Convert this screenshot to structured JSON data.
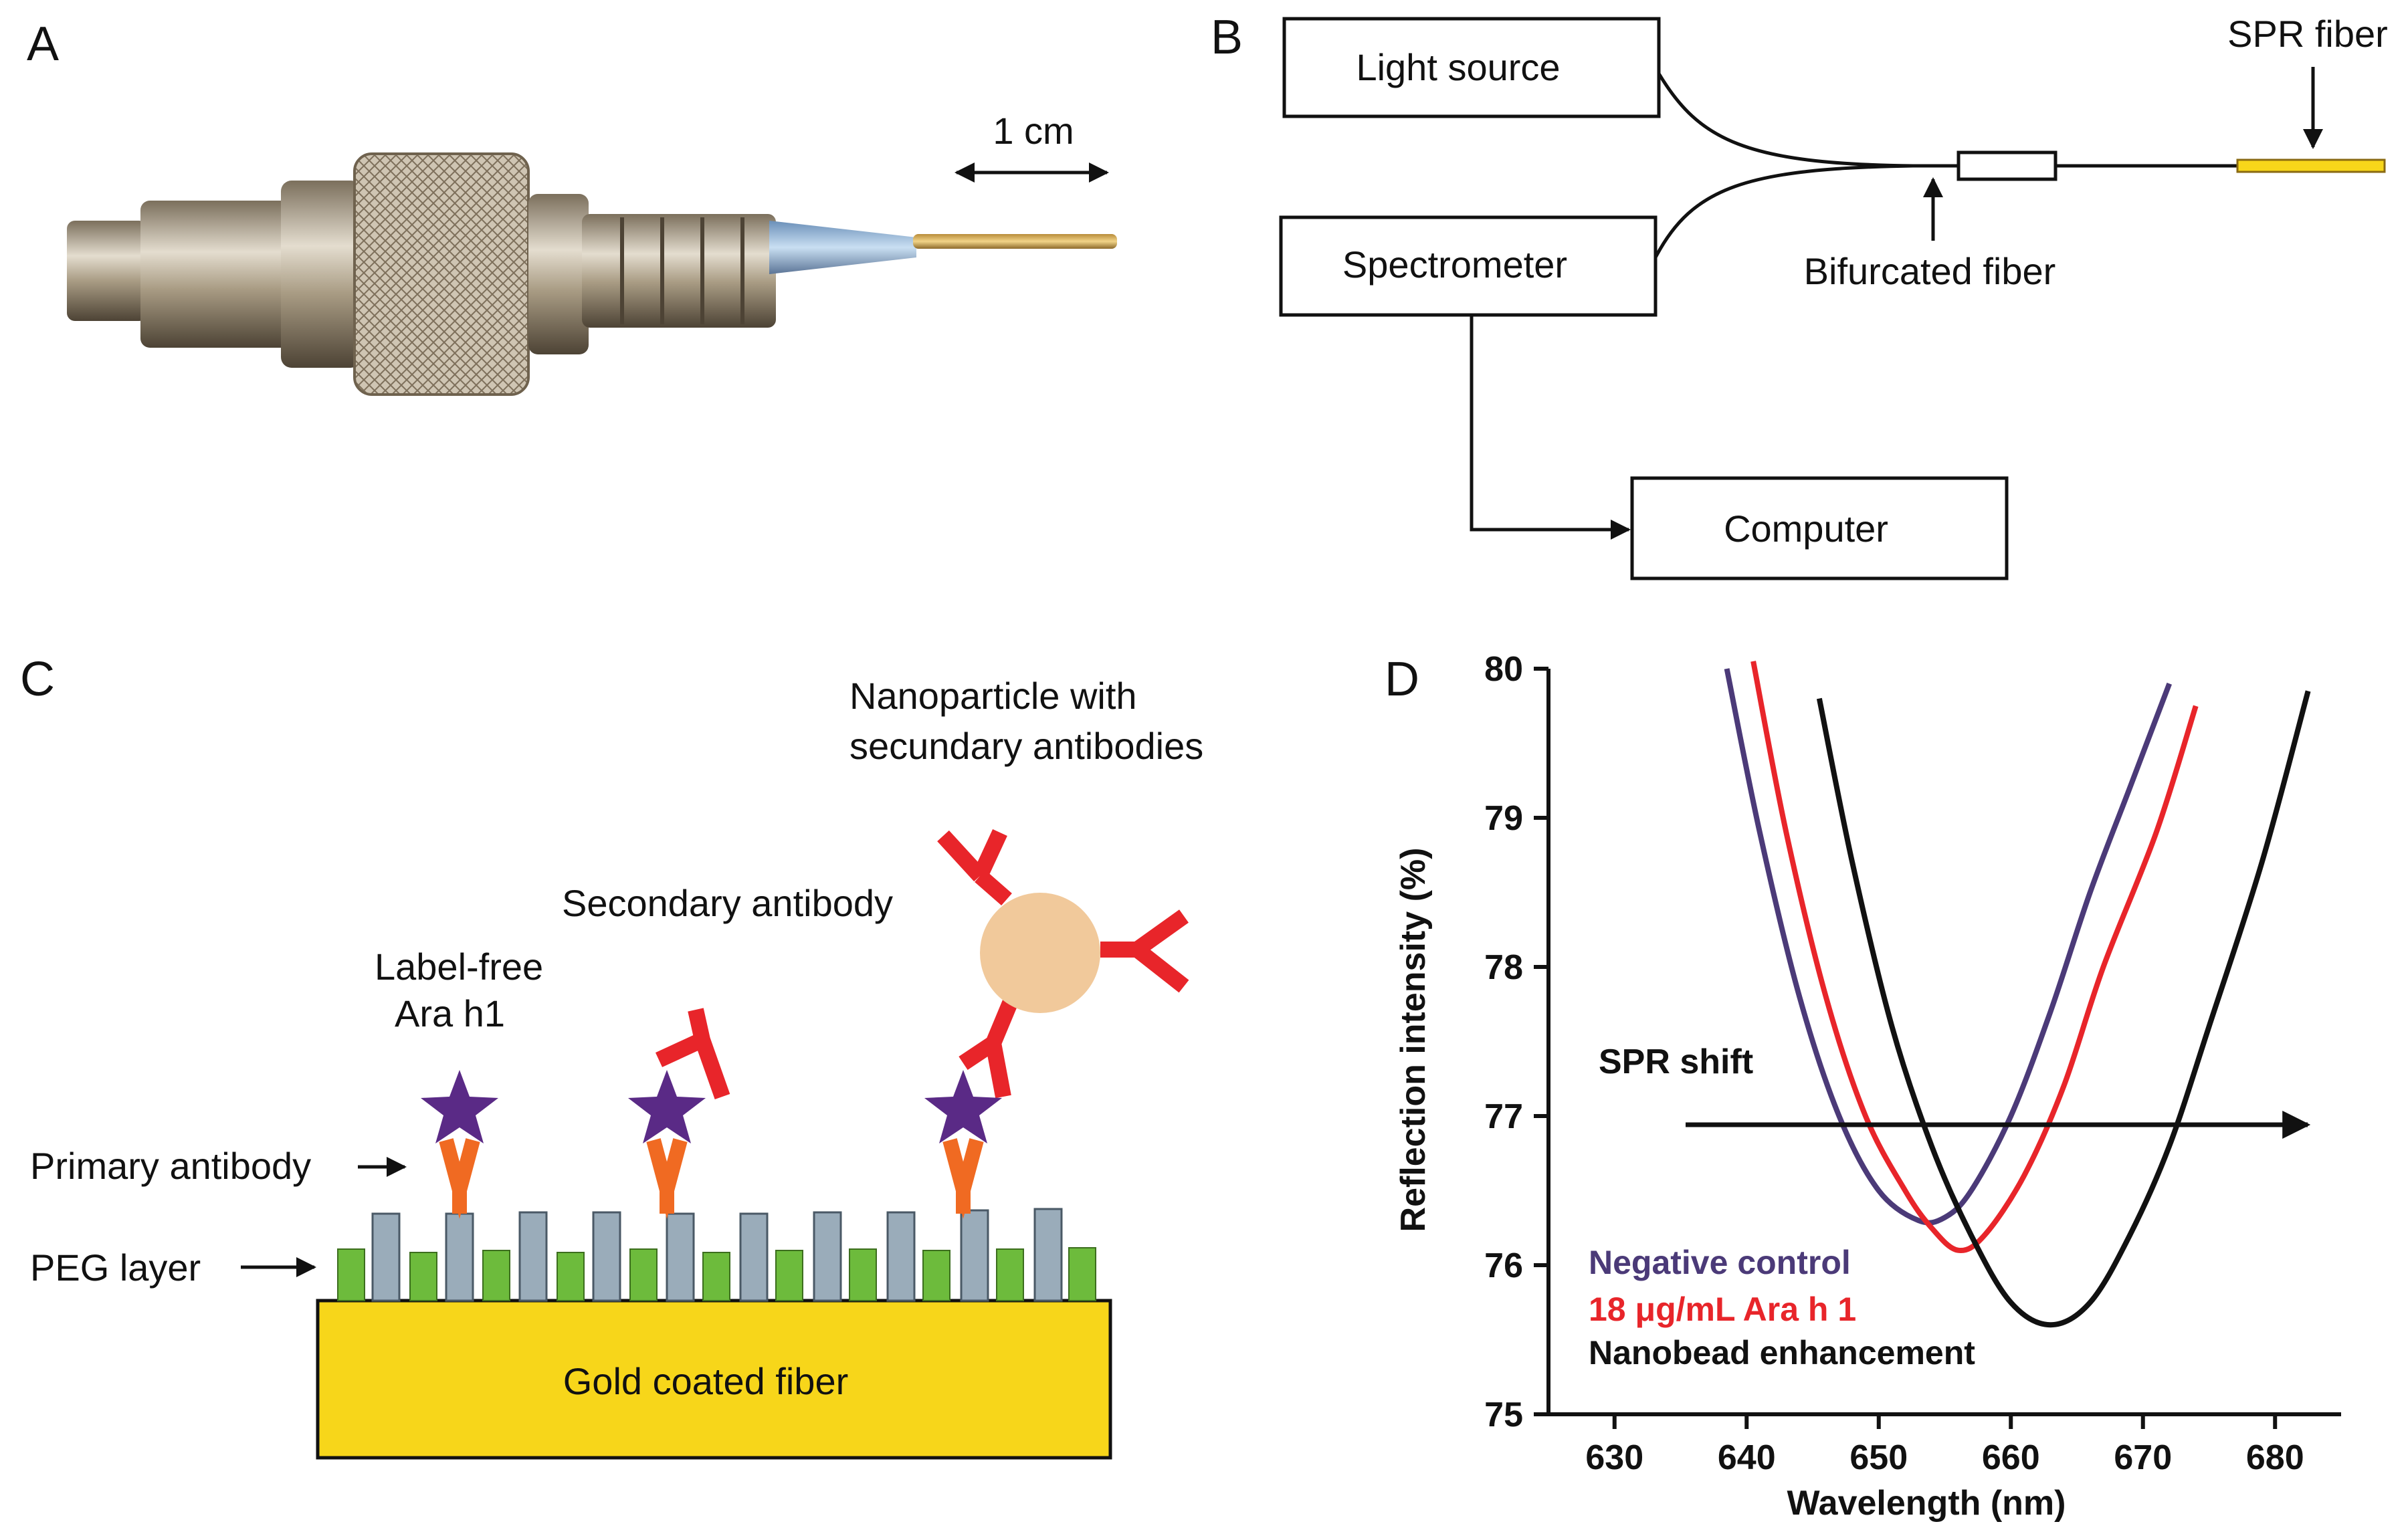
{
  "panels": {
    "a": {
      "label": "A",
      "scale_text": "1 cm"
    },
    "b": {
      "label": "B",
      "light_source": "Light source",
      "spectrometer": "Spectrometer",
      "computer": "Computer",
      "bifurcated_fiber": "Bifurcated fiber",
      "spr_fiber": "SPR fiber"
    },
    "c": {
      "label": "C",
      "nanoparticle_line1": "Nanoparticle with",
      "nanoparticle_line2": "secundary antibodies",
      "secondary_antibody": "Secondary antibody",
      "label_free_line1": "Label-free",
      "label_free_line2": "Ara h1",
      "primary_antibody": "Primary antibody",
      "peg_layer": "PEG layer",
      "gold_fiber": "Gold coated fiber"
    },
    "d": {
      "label": "D"
    }
  },
  "colors": {
    "gold": "#f7d61a",
    "peg_green": "#6dbb3c",
    "pillar_gray": "#9aacba",
    "antibody_orange": "#f06a22",
    "antigen_purple": "#5a2a86",
    "secondary_red": "#e8252a",
    "nanoparticle": "#f1c99b",
    "series_negative": "#4b3a78",
    "series_ara": "#e8252a",
    "series_nano": "#111111"
  },
  "chart_data": {
    "type": "line",
    "xlabel": "Wavelength (nm)",
    "ylabel": "Reflection intensity (%)",
    "xlim": [
      625,
      685
    ],
    "ylim": [
      75,
      80
    ],
    "xticks": [
      630,
      640,
      650,
      660,
      670,
      680
    ],
    "yticks": [
      75,
      76,
      77,
      78,
      79,
      80
    ],
    "annotation": "SPR shift",
    "series": [
      {
        "name": "Negative control",
        "x": [
          638.5,
          641,
          644,
          647,
          650,
          653,
          655,
          657,
          660,
          663,
          666,
          669,
          672
        ],
        "y": [
          80.0,
          78.9,
          77.8,
          77.0,
          76.5,
          76.3,
          76.32,
          76.5,
          77.0,
          77.7,
          78.5,
          79.2,
          79.9
        ]
      },
      {
        "name": "18 μg/mL  Ara h 1",
        "x": [
          640.5,
          643,
          646,
          649,
          652,
          654,
          656,
          658,
          661,
          664,
          667,
          671,
          674
        ],
        "y": [
          80.05,
          78.9,
          77.8,
          77.0,
          76.5,
          76.25,
          76.1,
          76.2,
          76.6,
          77.2,
          78.0,
          78.9,
          79.75
        ]
      },
      {
        "name": "Nanobead enhancement",
        "x": [
          645.5,
          648,
          651,
          654,
          657,
          660,
          663,
          666,
          669,
          672,
          675,
          679,
          682.5
        ],
        "y": [
          79.8,
          78.7,
          77.6,
          76.8,
          76.2,
          75.75,
          75.6,
          75.75,
          76.2,
          76.8,
          77.6,
          78.7,
          79.85
        ]
      }
    ]
  }
}
